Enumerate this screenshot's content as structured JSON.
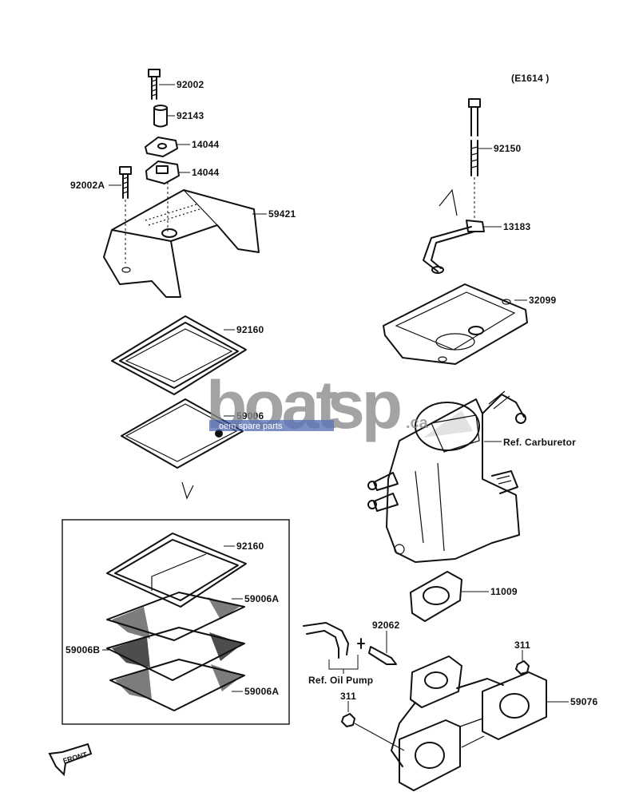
{
  "diagram_code": "(E1614 )",
  "watermark": {
    "brand_a": "boat",
    "brand_b": "sp",
    "suffix": ".ca",
    "tagline": "oem spare parts"
  },
  "parts": {
    "p92002": "92002",
    "p92143": "92143",
    "p14044a": "14044",
    "p14044b": "14044",
    "p92002A": "92002A",
    "p59421": "59421",
    "p92160a": "92160",
    "p59006": "59006",
    "p92150": "92150",
    "p13183": "13183",
    "p32099": "32099",
    "refCarb": "Ref. Carburetor",
    "p11009": "11009",
    "p92160b": "92160",
    "p59006A_a": "59006A",
    "p59006B": "59006B",
    "p59006A_b": "59006A",
    "p92062": "92062",
    "refOil": "Ref. Oil Pump",
    "p311a": "311",
    "p311b": "311",
    "p59076": "59076"
  },
  "front_label": "FRONT",
  "colors": {
    "line": "#111111",
    "watermark_grey": "#8a8a8a",
    "watermark_blue": "#2f4fa3"
  },
  "icons": [
    "front-arrow-icon"
  ]
}
